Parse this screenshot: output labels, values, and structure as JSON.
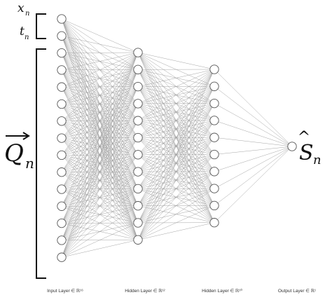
{
  "labels": {
    "x_var": "x",
    "x_sub": "n",
    "t_var": "t",
    "t_sub": "n",
    "q_var": "Q",
    "q_sub": "n",
    "s_var": "S",
    "s_sub": "n",
    "s_hat": "^"
  },
  "layers": [
    {
      "label": "Input Layer ∈ ℝ¹⁶",
      "neurons": 15
    },
    {
      "label": "Hidden Layer ∈ ℝ¹²",
      "neurons": 12
    },
    {
      "label": "Hidden Layer ∈ ℝ¹⁰",
      "neurons": 10
    },
    {
      "label": "Output Layer ∈ ℝ¹",
      "neurons": 1
    }
  ],
  "colors": {
    "edge": "#9a9a9a",
    "node_stroke": "#555555",
    "text": "#111111"
  }
}
